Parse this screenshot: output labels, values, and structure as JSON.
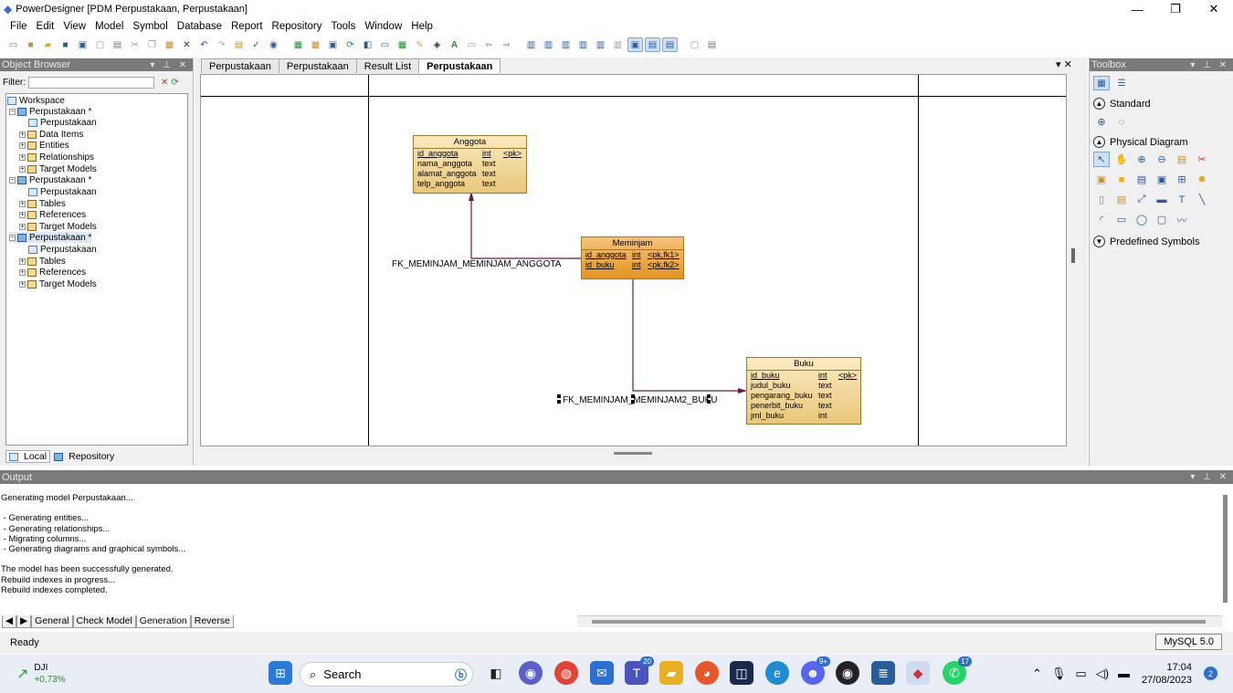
{
  "window": {
    "title": "PowerDesigner [PDM Perpustakaan, Perpustakaan]",
    "controls": [
      "—",
      "❐",
      "✕"
    ]
  },
  "menu": [
    "File",
    "Edit",
    "View",
    "Model",
    "Symbol",
    "Database",
    "Report",
    "Repository",
    "Tools",
    "Window",
    "Help"
  ],
  "object_browser": {
    "title": "Object Browser",
    "filter_label": "Filter:",
    "tree": [
      {
        "label": "Workspace",
        "icon": "workspace-icon"
      },
      {
        "label": "Perpustakaan *",
        "icon": "model-icon"
      },
      {
        "label": "Perpustakaan",
        "icon": "diagram-icon"
      },
      {
        "label": "Data Items",
        "icon": "folder-icon"
      },
      {
        "label": "Entities",
        "icon": "folder-icon"
      },
      {
        "label": "Relationships",
        "icon": "folder-icon"
      },
      {
        "label": "Target Models",
        "icon": "folder-icon"
      },
      {
        "label": "Perpustakaan *",
        "icon": "model-icon"
      },
      {
        "label": "Perpustakaan",
        "icon": "diagram-icon"
      },
      {
        "label": "Tables",
        "icon": "folder-icon"
      },
      {
        "label": "References",
        "icon": "folder-icon"
      },
      {
        "label": "Target Models",
        "icon": "folder-icon"
      },
      {
        "label": "Perpustakaan *",
        "icon": "model-icon"
      },
      {
        "label": "Perpustakaan",
        "icon": "diagram-icon"
      },
      {
        "label": "Tables",
        "icon": "folder-icon"
      },
      {
        "label": "References",
        "icon": "folder-icon"
      },
      {
        "label": "Target Models",
        "icon": "folder-icon"
      }
    ],
    "bottom_tabs": [
      "Local",
      "Repository"
    ]
  },
  "doc_tabs": [
    {
      "label": "Perpustakaan",
      "active": false
    },
    {
      "label": "Perpustakaan",
      "active": false
    },
    {
      "label": "Result List",
      "active": false
    },
    {
      "label": "Perpustakaan",
      "active": true
    }
  ],
  "diagram": {
    "entities": {
      "anggota": {
        "name": "Anggota",
        "rows": [
          [
            "id_anggota",
            "int",
            "<pk>"
          ],
          [
            "nama_anggota",
            "text",
            ""
          ],
          [
            "alamat_anggota",
            "text",
            ""
          ],
          [
            "telp_anggota",
            "text",
            ""
          ]
        ]
      },
      "meminjam": {
        "name": "Meminjam",
        "rows": [
          [
            "id_anggota",
            "int",
            "<pk,fk1>"
          ],
          [
            "id_buku",
            "int",
            "<pk,fk2>"
          ]
        ]
      },
      "buku": {
        "name": "Buku",
        "rows": [
          [
            "id_buku",
            "int",
            "<pk>"
          ],
          [
            "judul_buku",
            "text",
            ""
          ],
          [
            "pengarang_buku",
            "text",
            ""
          ],
          [
            "penerbit_buku",
            "text",
            ""
          ],
          [
            "jml_buku",
            "int",
            ""
          ]
        ]
      }
    },
    "references": {
      "fk1": "FK_MEMINJAM_MEMINJAM_ANGGOTA",
      "fk2": "FK_MEMINJAM_MEMINJAM2_BUKU"
    }
  },
  "toolbox": {
    "title": "Toolbox",
    "sections": [
      "Standard",
      "Physical Diagram",
      "Predefined Symbols"
    ]
  },
  "output": {
    "title": "Output",
    "lines": "Generating model Perpustakaan...\n\n - Generating entities...\n - Generating relationships...\n - Migrating columns...\n - Generating diagrams and graphical symbols...\n\nThe model has been successfully generated.\nRebuild indexes in progress...\nRebuild indexes completed.",
    "tabs": [
      "General",
      "Check Model",
      "Generation",
      "Reverse"
    ]
  },
  "status": {
    "text": "Ready",
    "dbms": "MySQL 5.0"
  },
  "taskbar": {
    "stock_name": "DJI",
    "stock_change": "+0,73%",
    "search_placeholder": "Search",
    "time": "17:04",
    "date": "27/08/2023",
    "notif_count": "2",
    "badge_teams": "20",
    "badge_discord": "9+",
    "badge_whatsapp": "17"
  }
}
